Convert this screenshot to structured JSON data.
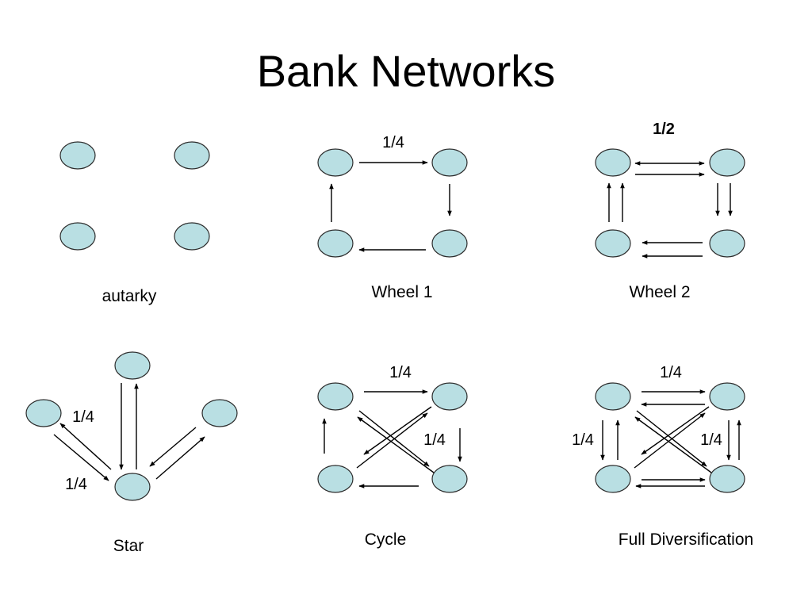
{
  "title": "Bank Networks",
  "colors": {
    "node_fill": "#b9dfe3",
    "node_stroke": "#2b2b2b",
    "edge": "#000000"
  },
  "panels": [
    {
      "id": "autarky",
      "caption": "autarky",
      "weights": []
    },
    {
      "id": "wheel1",
      "caption": "Wheel 1",
      "weights": [
        "1/4"
      ]
    },
    {
      "id": "wheel2",
      "caption": "Wheel 2",
      "weights": [
        "1/2"
      ]
    },
    {
      "id": "star",
      "caption": "Star",
      "weights": [
        "1/4",
        "1/4"
      ]
    },
    {
      "id": "cycle",
      "caption": "Cycle",
      "weights": [
        "1/4",
        "1/4"
      ]
    },
    {
      "id": "full",
      "caption": "Full Diversification",
      "weights": [
        "1/4",
        "1/4",
        "1/4"
      ]
    }
  ]
}
